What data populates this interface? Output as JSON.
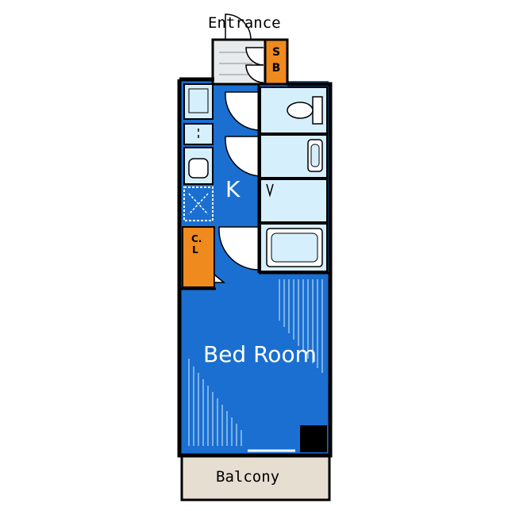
{
  "labels": {
    "entrance": "Entrance",
    "shoe_box": "SB",
    "kitchen": "K",
    "bedroom": "Bed Room",
    "balcony": "Balcony",
    "closet": "C.L"
  },
  "colors": {
    "room_blue": "#1a6fd0",
    "wet_area": "#d6effc",
    "storage_orange": "#ef8a1e",
    "balcony_beige": "#e5ded1",
    "entrance_grey": "#e8ebec",
    "wall": "#000000"
  }
}
